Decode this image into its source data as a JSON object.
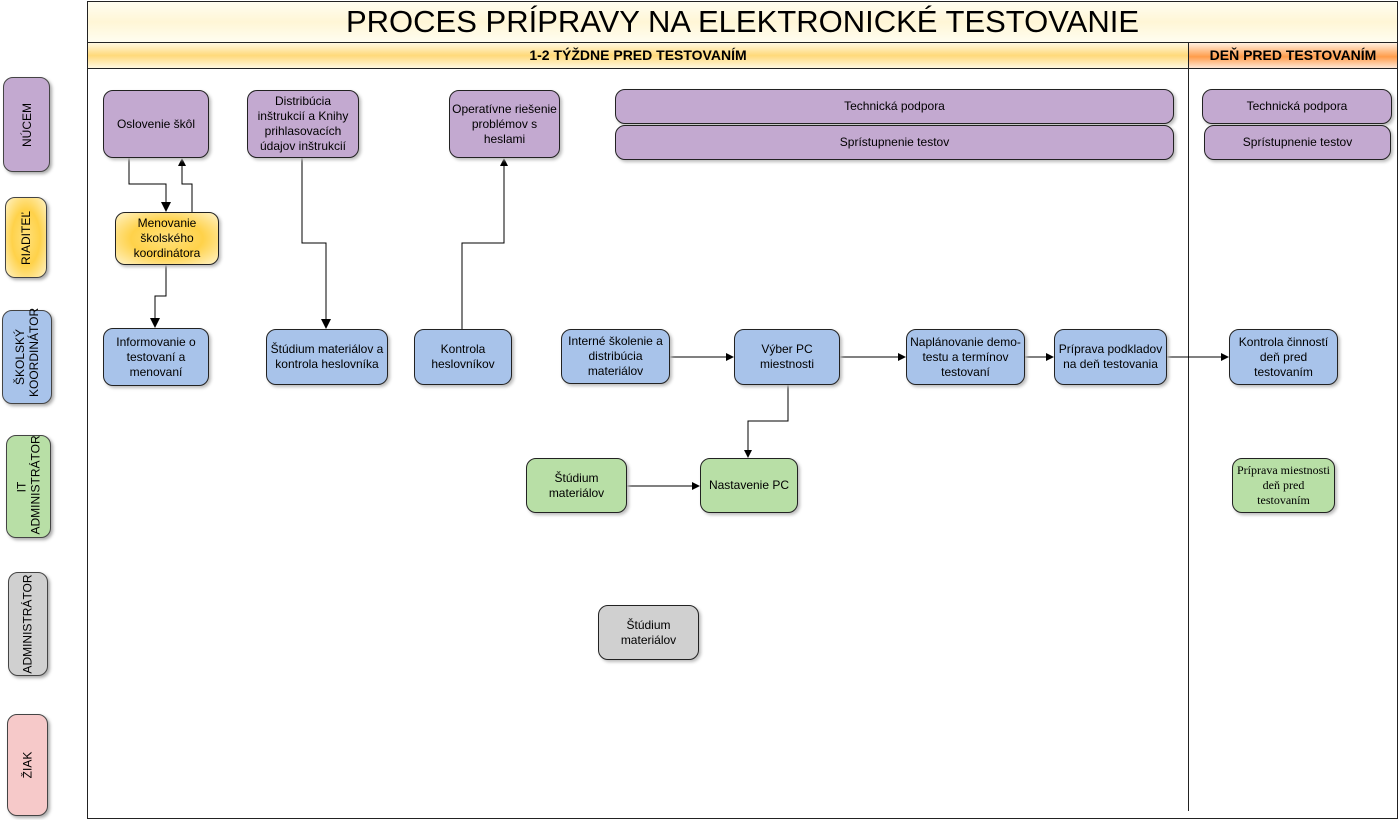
{
  "title": "PROCES PRÍPRAVY NA ELEKTRONICKÉ TESTOVANIE",
  "phases": [
    "1-2 TÝŽDNE PRED TESTOVANÍM",
    "DEŇ PRED TESTOVANÍM"
  ],
  "lanes": [
    "NÚCEM",
    "RIADITEĽ",
    "ŠKOLSKÝ KOORDINÁTOR",
    "IT ADMINISTRÁTOR",
    "ADMINISTRÁTOR",
    "ŽIAK"
  ],
  "colors": {
    "nucem": "#c3a9d0",
    "riaditel": "#ffd24a",
    "koordinator": "#a8c3ea",
    "it": "#b8dfa6",
    "admin": "#d0d0d0",
    "ziak": "#f6c9c9"
  },
  "boxes": {
    "oslovenie": "Oslovenie škôl",
    "distribucia": "Distribúcia inštrukcií a Knihy prihlasovacích údajov inštrukcií",
    "operativne": "Operatívne riešenie problémov s heslami",
    "tech1": "Technická podpora",
    "spr1": "Sprístupnenie testov",
    "tech2": "Technická podpora",
    "spr2": "Sprístupnenie testov",
    "menovanie": "Menovanie školského koordinátora",
    "informovanie": "Informovanie o testovaní a menovaní",
    "studium_kontrola": "Štúdium materiálov a kontrola  heslovníka",
    "kontrola_hesl": "Kontrola heslovníkov",
    "interne": "Interné školenie a distribúcia materiálov",
    "vyber": "Výber PC miestnosti",
    "naplanovanie": "Naplánovanie demo-testu a termínov testovaní",
    "priprava_podkl": "Príprava podkladov na deň testovania",
    "kontrola_cinn": "Kontrola činností deň pred testovaním",
    "studium_it": "Štúdium materiálov",
    "nastavenie": "Nastavenie PC",
    "priprava_miest": "Príprava miestnosti deň pred testovaním",
    "studium_admin": "Štúdium materiálov"
  }
}
